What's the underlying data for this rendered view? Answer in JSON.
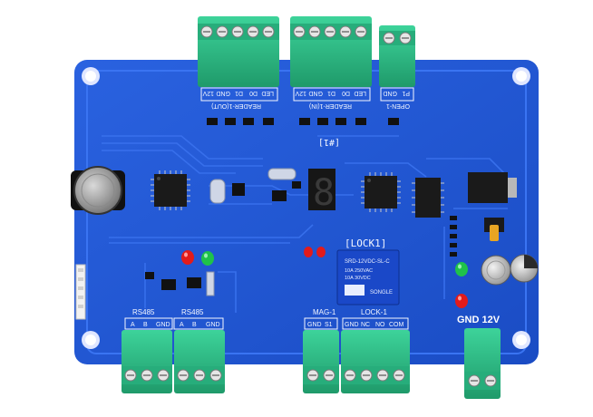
{
  "board": {
    "colors": {
      "pcb": "#1f56d6",
      "pcb_dark": "#163fb0",
      "trace": "#2e6af0",
      "silkscreen": "#f4f7ff",
      "terminal_green": "#2fbf87",
      "terminal_dark": "#1f9a6a",
      "chip": "#1a1a1a",
      "led_red": "#e21b1b",
      "led_green": "#1fc24a",
      "relay": "#1a48c8"
    },
    "top_connectors": {
      "reader_out": {
        "title": "READER-1(OUT)",
        "pins": [
          "LED",
          "D0",
          "D1",
          "GND",
          "12V"
        ]
      },
      "reader_in": {
        "title": "READER-1(IN)",
        "pins": [
          "LED",
          "D0",
          "D1",
          "GND",
          "12V"
        ]
      },
      "open_1": {
        "title": "OPEN-1",
        "pins": [
          "P1",
          "GND"
        ]
      }
    },
    "labels": {
      "door": "[#1]",
      "lock_section": "[LOCK1]",
      "lock1": "LOCK-1",
      "mag1": "MAG-1",
      "power": "GND 12V",
      "rs485_a": "RS485",
      "rs485_b": "RS485",
      "relay_model": "SRD-12VDC-SL-C",
      "relay_brand": "SONGLE",
      "relay_rating_1": "10A 250VAC",
      "relay_rating_2": "10A 30VDC"
    },
    "bottom_connectors": {
      "rs485_1": [
        "A",
        "B",
        "GND"
      ],
      "rs485_2": [
        "A",
        "B",
        "GND"
      ],
      "mag_1": [
        "GND",
        "S1"
      ],
      "lock_1": [
        "GND",
        "NC",
        "NO",
        "COM"
      ]
    },
    "display_digit": "8",
    "icons": [
      "mounting-hole",
      "screw-terminal",
      "coin-battery",
      "microcontroller",
      "seven-segment-display",
      "relay",
      "led",
      "electrolytic-capacitor",
      "voltage-regulator"
    ]
  }
}
